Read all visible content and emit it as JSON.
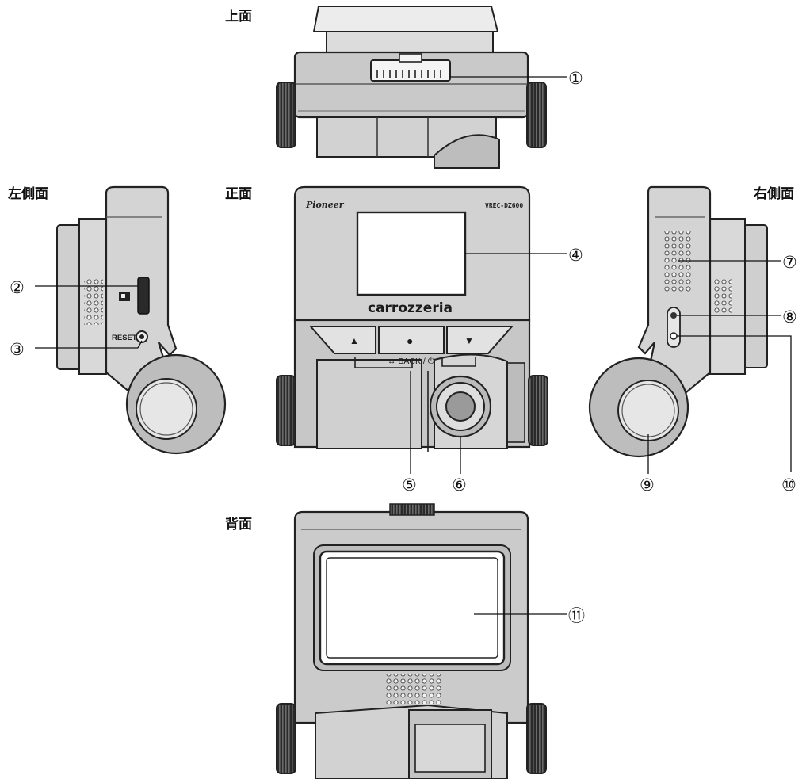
{
  "views": {
    "top": "上面",
    "left": "左側面",
    "front": "正面",
    "right": "右側面",
    "back": "背面"
  },
  "device": {
    "brand": "Pioneer",
    "model": "VREC-DZ600",
    "logo": "carrozzeria",
    "back_label": "↔ BACK / ⏻",
    "reset_label": "RESET",
    "up_icon": "▲",
    "enter_icon": "●",
    "down_icon": "▼"
  },
  "callouts": [
    "①",
    "②",
    "③",
    "④",
    "⑤",
    "⑥",
    "⑦",
    "⑧",
    "⑨",
    "⑩",
    "⑪"
  ]
}
